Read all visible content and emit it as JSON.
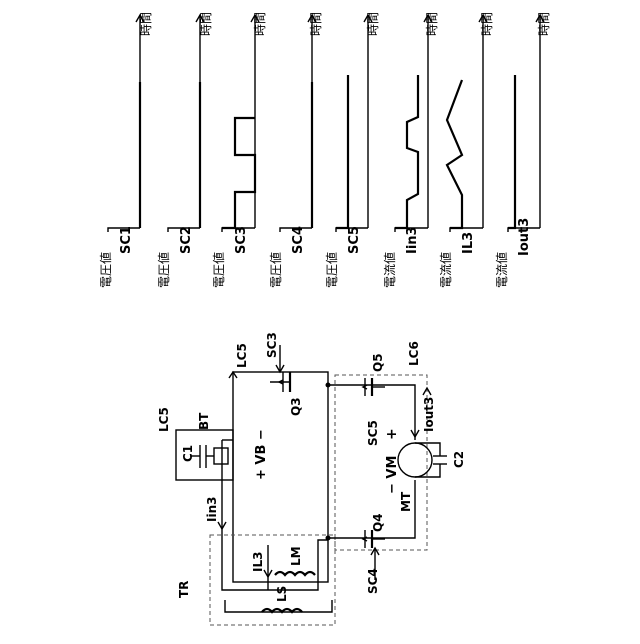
{
  "waveforms": {
    "time_axis_label": "時間",
    "panels": [
      {
        "unit": "電圧値",
        "signal": "SC1"
      },
      {
        "unit": "電圧値",
        "signal": "SC2"
      },
      {
        "unit": "電圧値",
        "signal": "SC3"
      },
      {
        "unit": "電圧値",
        "signal": "SC4"
      },
      {
        "unit": "電圧値",
        "signal": "SC5"
      },
      {
        "unit": "電流値",
        "signal": "Iin3"
      },
      {
        "unit": "電流値",
        "signal": "IL3"
      },
      {
        "unit": "電流値",
        "signal": "Iout3"
      }
    ]
  },
  "circuit": {
    "labels": {
      "lc5_top": "LC5",
      "lc5_left": "LC5",
      "lc6": "LC6",
      "sc3": "SC3",
      "q3": "Q3",
      "q5": "Q5",
      "bt": "BT",
      "c1": "C1",
      "vb": "+ VB  −",
      "sc5": "SC5",
      "plus": "+",
      "iout3": "Iout3",
      "vm": "−  VM",
      "c2": "C2",
      "mt": "MT",
      "iin3": "Iin3",
      "q4": "Q4",
      "il3": "IL3",
      "lm": "LM",
      "sc4": "SC4",
      "tr": "TR",
      "ls": "LS"
    }
  }
}
